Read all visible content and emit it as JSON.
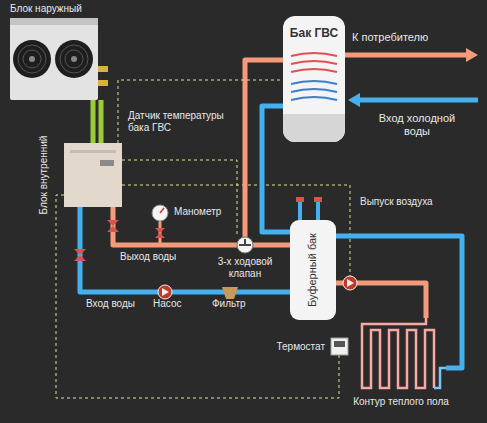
{
  "diagram": {
    "nodes": [
      {
        "text": [
          "Блок наружный"
        ]
      },
      {
        "text": [
          "Блок внутренний"
        ]
      },
      {
        "text": [
          "Бак ГВС"
        ]
      },
      {
        "text": [
          "3-х ходовой клапан"
        ]
      },
      {
        "text": [
          "Буферный бак"
        ]
      },
      {
        "text": [
          "Термостат"
        ]
      },
      {
        "text": [
          "Контур теплого пола"
        ]
      }
    ],
    "edges": [
      {
        "from": 0,
        "to": 1,
        "arrow": "none"
      },
      {
        "from": 1,
        "to": 3,
        "arrow": "none"
      },
      {
        "from": 3,
        "to": 2,
        "arrow": "none"
      },
      {
        "from": 3,
        "to": 4,
        "arrow": "none"
      },
      {
        "from": 2,
        "to": 4,
        "arrow": "none"
      },
      {
        "from": 4,
        "to": 1,
        "arrow": "none"
      },
      {
        "from": 4,
        "to": 6,
        "arrow": "none"
      },
      {
        "from": 6,
        "to": 4,
        "arrow": "none"
      },
      {
        "from": 1,
        "to": 2,
        "arrow": "none"
      },
      {
        "from": 1,
        "to": 3,
        "arrow": "none"
      },
      {
        "from": 1,
        "to": 5,
        "arrow": "none"
      }
    ],
    "labels": [
      "К потребителю",
      "Вход холодной воды",
      "Датчик температуры бака ГВС",
      "Манометр",
      "Выход воды",
      "Выпуск воздуха",
      "Вход воды",
      "Насос",
      "Фильтр"
    ]
  }
}
